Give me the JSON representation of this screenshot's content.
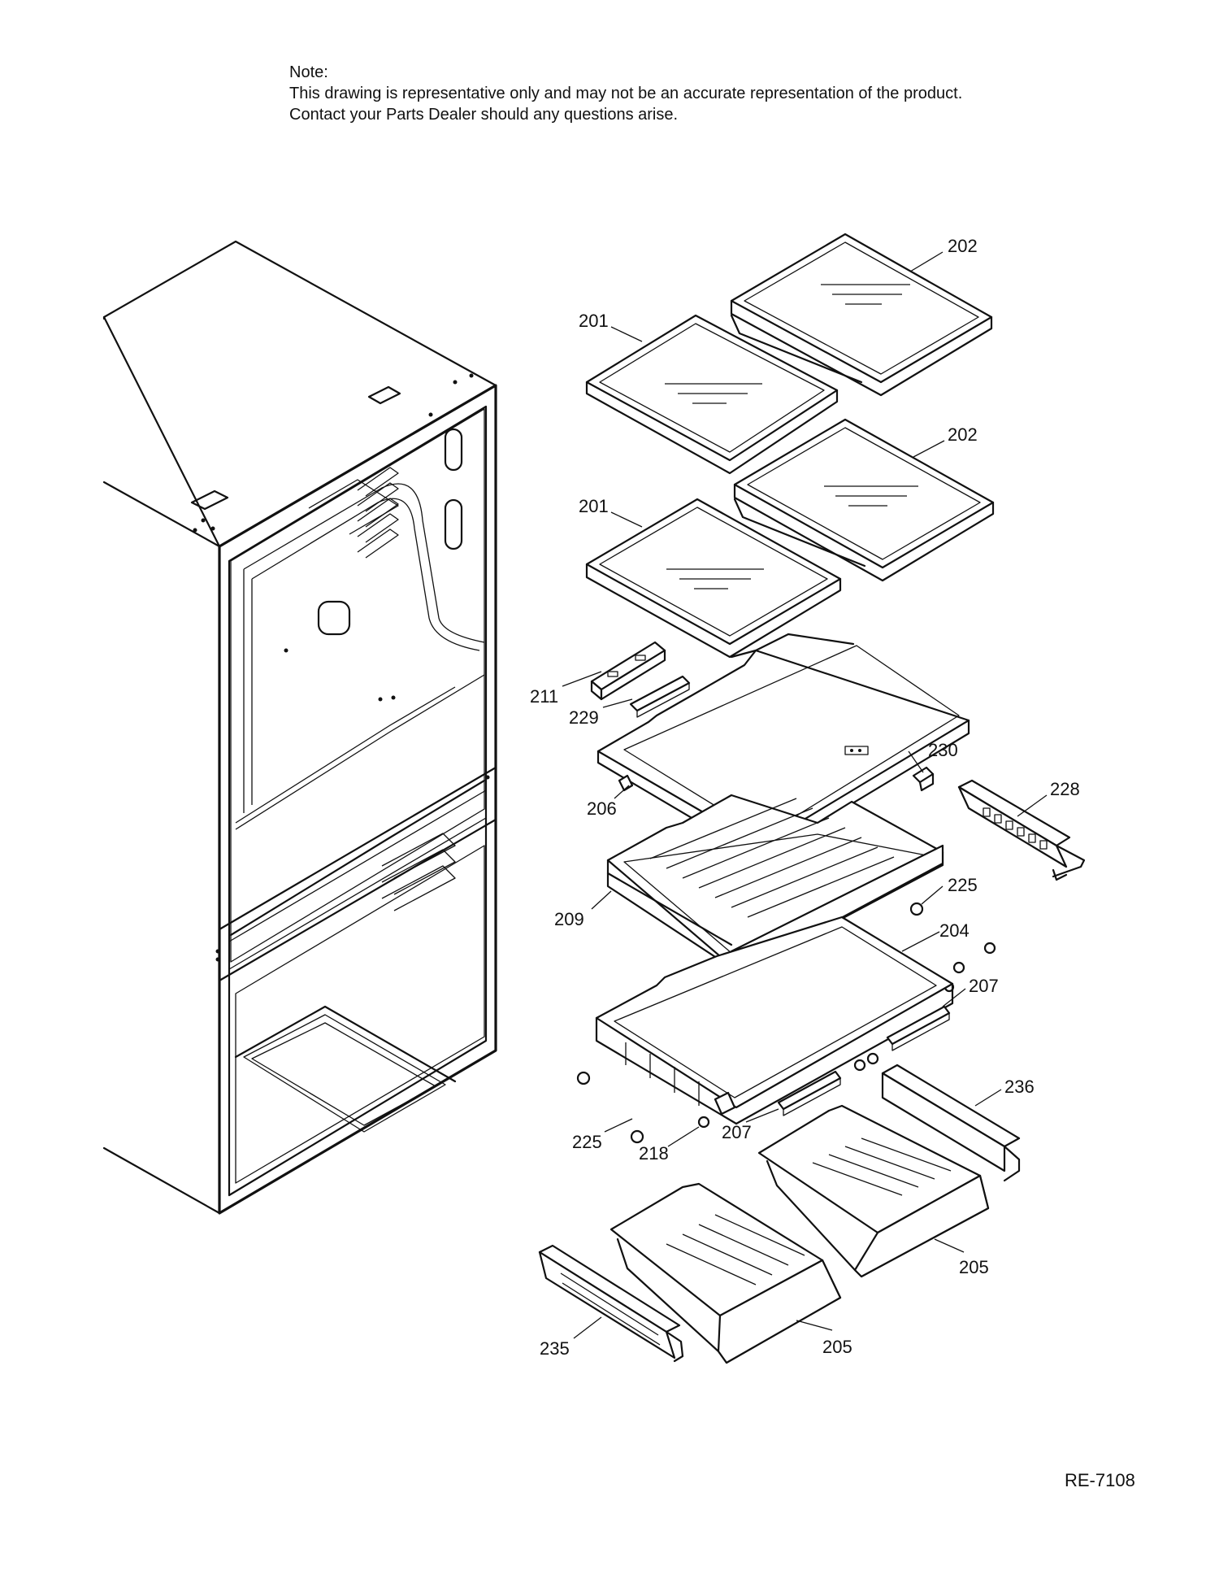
{
  "note": {
    "heading": "Note:",
    "line1": "This drawing is representative only and may not be an accurate representation of the product.",
    "line2": "Contact your Parts Dealer should any questions arise."
  },
  "parts": {
    "p202a": "202",
    "p201a": "201",
    "p202b": "202",
    "p201b": "201",
    "p211": "211",
    "p229": "229",
    "p230": "230",
    "p228": "228",
    "p206": "206",
    "p209": "209",
    "p225a": "225",
    "p204": "204",
    "p207a": "207",
    "p236": "236",
    "p225b": "225",
    "p218": "218",
    "p207b": "207",
    "p205a": "205",
    "p235": "235",
    "p205b": "205"
  },
  "drawing_code": "RE-7108"
}
